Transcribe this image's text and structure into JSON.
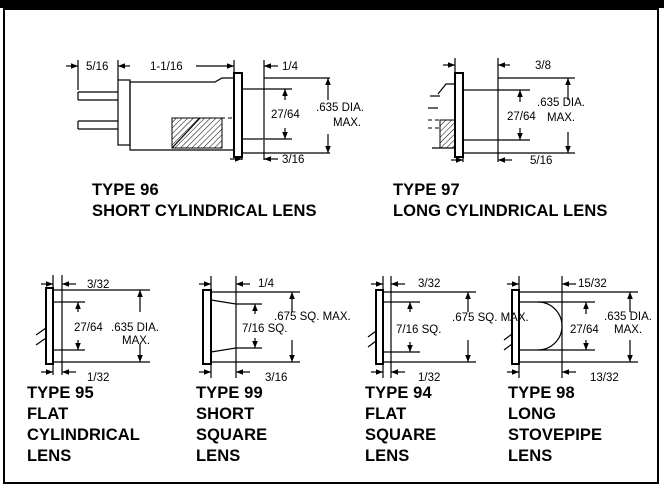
{
  "types": [
    {
      "id": "96",
      "title_lines": [
        "TYPE 96",
        "SHORT CYLINDRICAL LENS"
      ],
      "dims": {
        "a": "5/16",
        "b": "1-1/16",
        "c": "1/4",
        "d": "27/64",
        "e": ".635 DIA.",
        "f": "MAX.",
        "g": "3/16"
      }
    },
    {
      "id": "97",
      "title_lines": [
        "TYPE 97",
        "LONG CYLINDRICAL LENS"
      ],
      "dims": {
        "a": "3/8",
        "b": "27/64",
        "c": ".635 DIA.",
        "d": "MAX.",
        "e": "5/16"
      }
    },
    {
      "id": "95",
      "title_lines": [
        "TYPE 95",
        "FLAT",
        "CYLINDRICAL",
        "LENS"
      ],
      "dims": {
        "a": "3/32",
        "b": "27/64",
        "c": ".635 DIA.",
        "d": "MAX.",
        "e": "1/32"
      }
    },
    {
      "id": "99",
      "title_lines": [
        "TYPE 99",
        "SHORT",
        "SQUARE",
        "LENS"
      ],
      "dims": {
        "a": "1/4",
        "b": ".675 SQ. MAX.",
        "c": "7/16 SQ.",
        "d": "3/16"
      }
    },
    {
      "id": "94",
      "title_lines": [
        "TYPE 94",
        "FLAT",
        "SQUARE",
        "LENS"
      ],
      "dims": {
        "a": "3/32",
        "b": ".675 SQ. MAX.",
        "c": "7/16 SQ.",
        "d": "1/32"
      }
    },
    {
      "id": "98",
      "title_lines": [
        "TYPE 98",
        "LONG",
        "STOVEPIPE",
        "LENS"
      ],
      "dims": {
        "a": "15/32",
        "b": ".635 DIA.",
        "c": "27/64",
        "d": "MAX.",
        "e": "13/32"
      }
    }
  ]
}
